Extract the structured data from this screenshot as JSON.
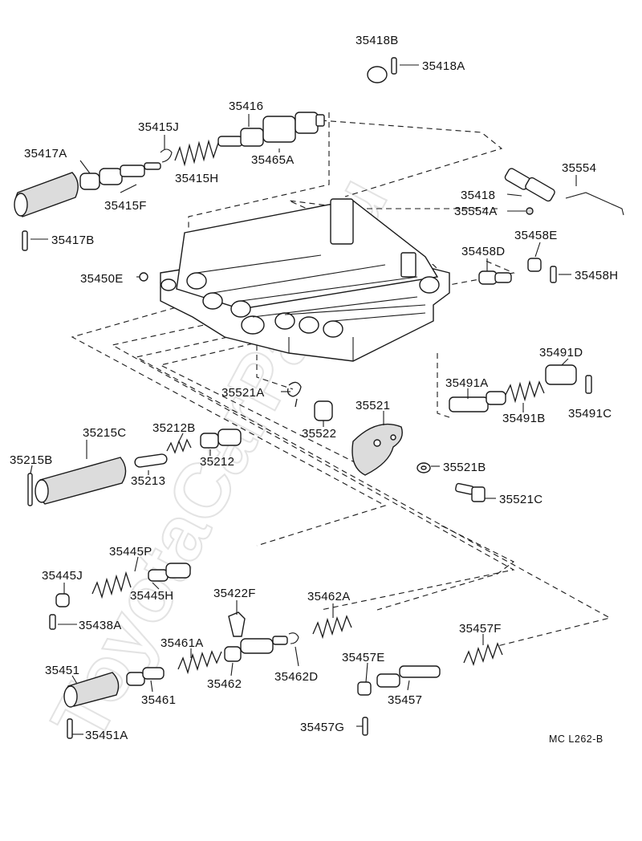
{
  "watermark": "ToyotaCarPart.ru",
  "diagram_code": "MC L262-B",
  "labels": {
    "p35418B": "35418B",
    "p35418A": "35418A",
    "p35416": "35416",
    "p35415J": "35415J",
    "p35417A": "35417A",
    "p35465A": "35465A",
    "p35415H": "35415H",
    "p35415F": "35415F",
    "p35554": "35554",
    "p35418": "35418",
    "p35554A": "35554A",
    "p35417B": "35417B",
    "p35458E": "35458E",
    "p35458D": "35458D",
    "p35450E": "35450E",
    "p35458H": "35458H",
    "p35491D": "35491D",
    "p35521A": "35521A",
    "p35491A": "35491A",
    "p35521": "35521",
    "p35491B": "35491B",
    "p35491C": "35491C",
    "p35522": "35522",
    "p35215C": "35215C",
    "p35212B": "35212B",
    "p35215B": "35215B",
    "p35212": "35212",
    "p35213": "35213",
    "p35521B": "35521B",
    "p35521C": "35521C",
    "p35445P": "35445P",
    "p35445J": "35445J",
    "p35445H": "35445H",
    "p35422F": "35422F",
    "p35462A": "35462A",
    "p35438A": "35438A",
    "p35457F": "35457F",
    "p35461A": "35461A",
    "p35457E": "35457E",
    "p35451": "35451",
    "p35462": "35462",
    "p35462D": "35462D",
    "p35461": "35461",
    "p35457": "35457",
    "p35457G": "35457G",
    "p35451A": "35451A"
  }
}
